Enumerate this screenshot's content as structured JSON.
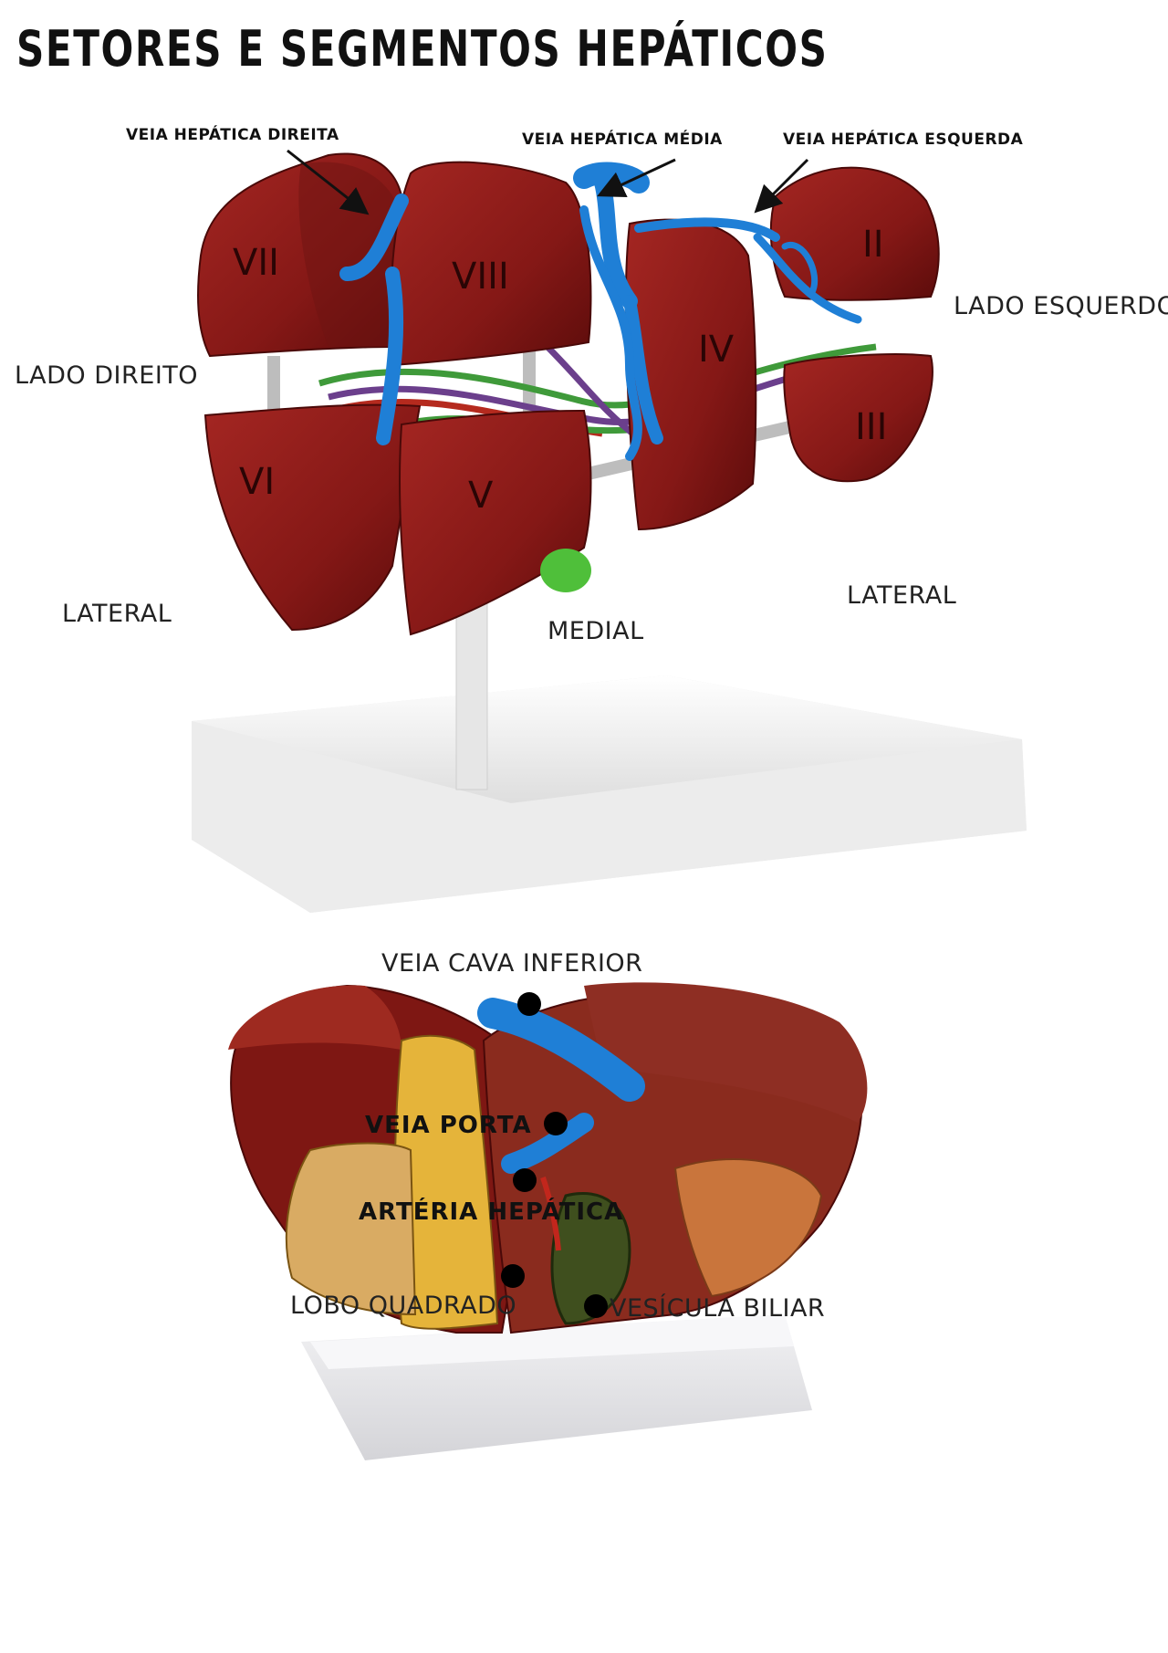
{
  "title": "SETORES E SEGMENTOS HEPÁTICOS",
  "top_model": {
    "vein_labels": {
      "right": "VEIA HEPÁTICA DIREITA",
      "middle": "VEIA HEPÁTICA MÉDIA",
      "left": "VEIA HEPÁTICA ESQUERDA"
    },
    "side_labels": {
      "right_side": "LADO DIREITO",
      "left_side": "LADO ESQUERDO",
      "lateral_right": "LATERAL",
      "medial": "MEDIAL",
      "lateral_left": "LATERAL"
    },
    "segments": [
      "VII",
      "VIII",
      "II",
      "IV",
      "III",
      "VI",
      "V"
    ]
  },
  "bottom_model": {
    "labels": {
      "ivc": "VEIA CAVA INFERIOR",
      "portal_vein": "VEIA PORTA",
      "hepatic_artery": "ARTÉRIA HEPÁTICA",
      "quadrate_lobe": "LOBO QUADRADO",
      "gallbladder": "VESÍCULA BILIAR"
    }
  },
  "colors": {
    "liver": "#8a1a17",
    "liver_dark": "#5e0d0c",
    "vein_blue": "#1f7fd6",
    "base_white": "#f4f4f4",
    "gallbladder_green": "#3f4f1e"
  }
}
